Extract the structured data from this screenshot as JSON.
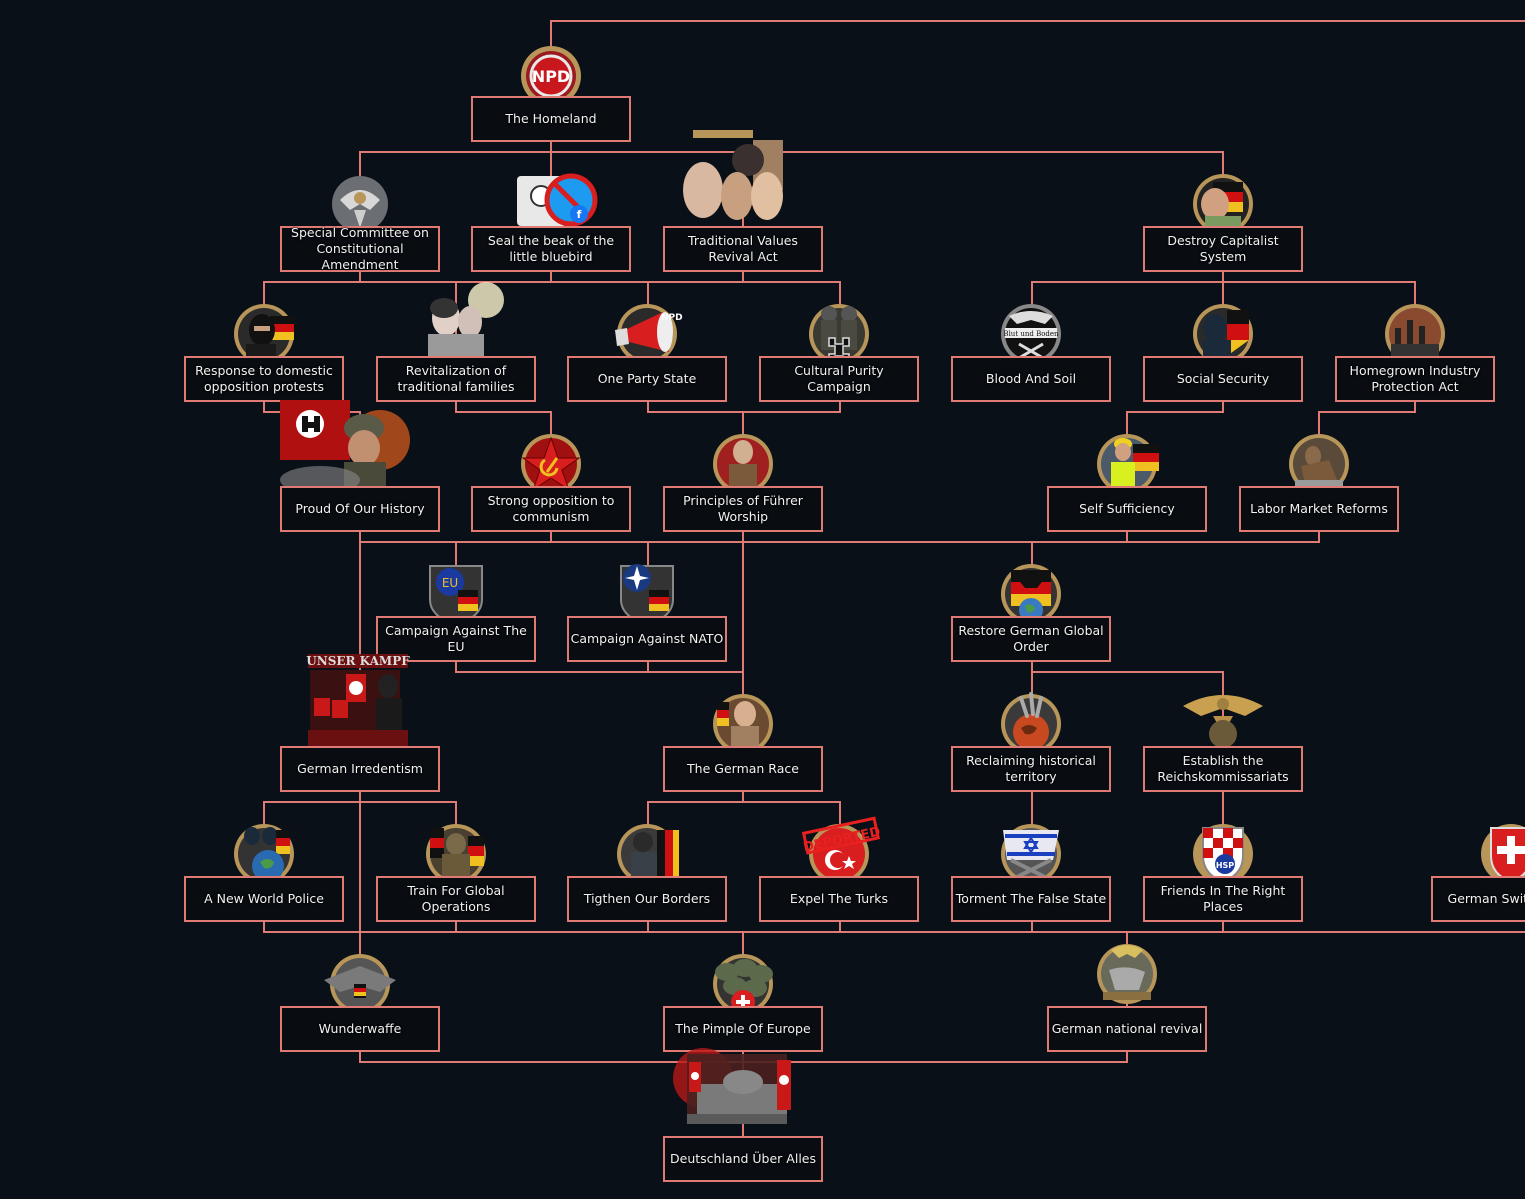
{
  "focus_tree": {
    "nodes": [
      {
        "id": "homeland",
        "label": "The Homeland",
        "icon": "npd-emblem-icon"
      },
      {
        "id": "special_committee",
        "label": "Special Committee on Constitutional Amendment",
        "icon": "eagle-emblem-icon"
      },
      {
        "id": "seal_beak",
        "label": "Seal the beak of the little bluebird",
        "icon": "social-media-ban-icon"
      },
      {
        "id": "traditional_values",
        "label": "Traditional Values Revival Act",
        "icon": "youth-portrait-icon"
      },
      {
        "id": "destroy_capitalist",
        "label": "Destroy Capitalist System",
        "icon": "fist-flag-icon"
      },
      {
        "id": "response_protests",
        "label": "Response to domestic opposition protests",
        "icon": "masked-soldier-icon"
      },
      {
        "id": "revitalization_families",
        "label": "Revitalization of traditional families",
        "icon": "family-photo-icon"
      },
      {
        "id": "one_party",
        "label": "One Party State",
        "icon": "megaphone-icon"
      },
      {
        "id": "cultural_purity",
        "label": "Cultural Purity Campaign",
        "icon": "soldiers-cross-icon"
      },
      {
        "id": "blood_soil",
        "label": "Blood And Soil",
        "icon": "eagle-banner-icon"
      },
      {
        "id": "social_security",
        "label": "Social Security",
        "icon": "police-shield-icon"
      },
      {
        "id": "homegrown_industry",
        "label": "Homegrown Industry Protection Act",
        "icon": "factory-icon"
      },
      {
        "id": "proud_history",
        "label": "Proud Of Our History",
        "icon": "helmet-soldier-icon"
      },
      {
        "id": "opposition_communism",
        "label": "Strong opposition to communism",
        "icon": "red-star-icon"
      },
      {
        "id": "fuhrer_worship",
        "label": "Principles of Führer Worship",
        "icon": "leader-portrait-icon"
      },
      {
        "id": "self_sufficiency",
        "label": "Self Sufficiency",
        "icon": "worker-flag-icon"
      },
      {
        "id": "labor_market",
        "label": "Labor Market Reforms",
        "icon": "labor-statue-icon"
      },
      {
        "id": "against_eu",
        "label": "Campaign Against The EU",
        "icon": "eu-shield-icon"
      },
      {
        "id": "against_nato",
        "label": "Campaign Against NATO",
        "icon": "nato-shield-icon"
      },
      {
        "id": "restore_order",
        "label": "Restore German Global Order",
        "icon": "eagle-globe-icon"
      },
      {
        "id": "german_irredentism",
        "label": "German Irredentism",
        "icon": "rally-banner-icon"
      },
      {
        "id": "german_race",
        "label": "The German Race",
        "icon": "officer-portrait-icon"
      },
      {
        "id": "reclaiming_territory",
        "label": "Reclaiming historical territory",
        "icon": "claw-globe-icon"
      },
      {
        "id": "reichskommissariats",
        "label": "Establish the Reichskommissariats",
        "icon": "golden-eagle-icon"
      },
      {
        "id": "world_police",
        "label": "A New World Police",
        "icon": "police-globe-icon"
      },
      {
        "id": "global_operations",
        "label": "Train For Global Operations",
        "icon": "special-forces-icon"
      },
      {
        "id": "tighten_borders",
        "label": "Tigthen Our Borders",
        "icon": "border-guard-icon"
      },
      {
        "id": "expel_turks",
        "label": "Expel The Turks",
        "icon": "deported-stamp-icon"
      },
      {
        "id": "torment_state",
        "label": "Torment The False State",
        "icon": "torn-flag-icon"
      },
      {
        "id": "friends_places",
        "label": "Friends In The Right Places",
        "icon": "hsp-shield-icon"
      },
      {
        "id": "german_switzerland",
        "label": "German Switzerland",
        "icon": "swiss-shield-icon"
      },
      {
        "id": "wunderwaffe",
        "label": "Wunderwaffe",
        "icon": "stealth-bomber-icon"
      },
      {
        "id": "pimple_europe",
        "label": "The Pimple Of Europe",
        "icon": "helmets-swiss-icon"
      },
      {
        "id": "national_revival",
        "label": "German national revival",
        "icon": "eagle-map-icon"
      },
      {
        "id": "deutschland",
        "label": "Deutschland Über Alles",
        "icon": "reichstag-banner-icon"
      }
    ],
    "colors": {
      "line": "#e07a74",
      "background": "#0a1017",
      "label_bg": "#090d12",
      "gold": "#b8965a",
      "red": "#c8181e"
    }
  }
}
